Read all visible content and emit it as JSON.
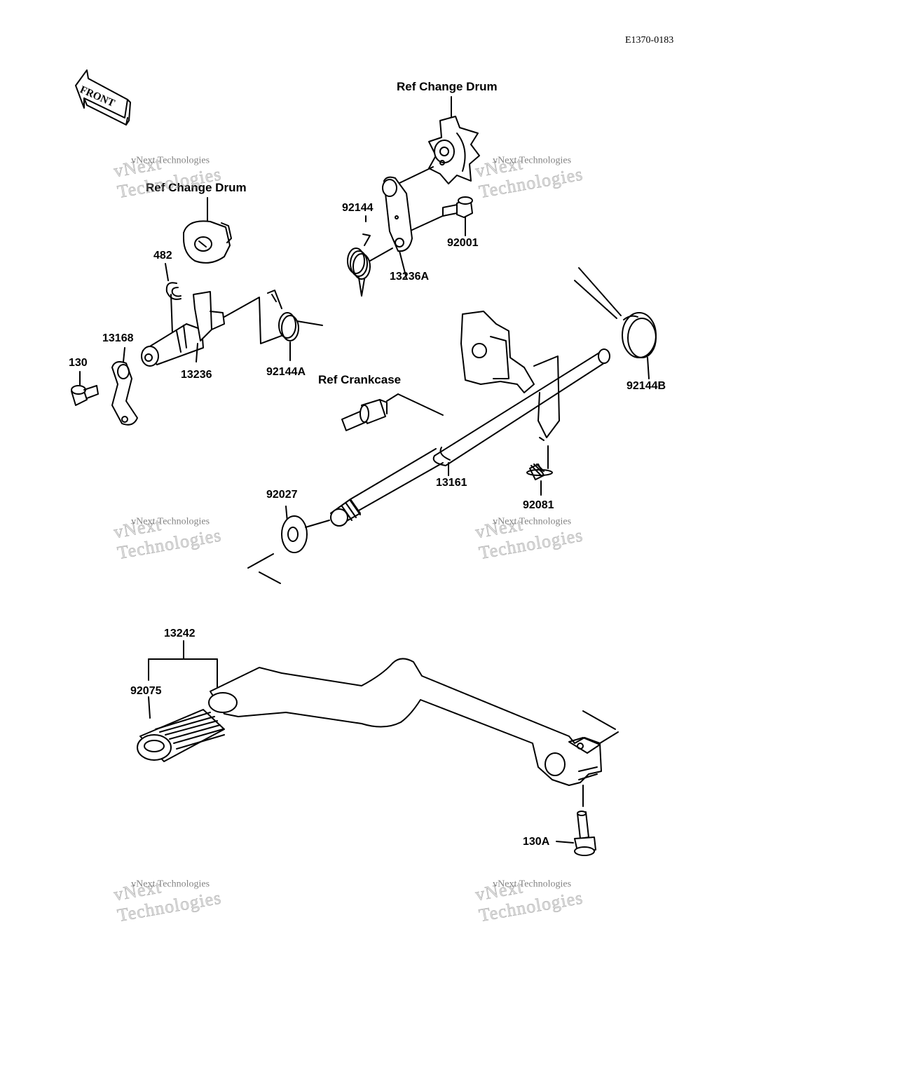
{
  "document_code": "E1370-0183",
  "front_label": "FRONT",
  "refs": {
    "change_drum_top": "Ref Change Drum",
    "change_drum_left": "Ref Change Drum",
    "crankcase": "Ref Crankcase"
  },
  "parts": {
    "p92144": "92144",
    "p92001": "92001",
    "p13236A": "13236A",
    "p482": "482",
    "p13168": "13168",
    "p130": "130",
    "p13236": "13236",
    "p92144A": "92144A",
    "p92144B": "92144B",
    "p92027": "92027",
    "p13161": "13161",
    "p92081": "92081",
    "p13242": "13242",
    "p92075": "92075",
    "p130A": "130A"
  },
  "watermark": {
    "big_line1": "vNext",
    "big_line2": "Technologies",
    "small": "vNext Technologies"
  }
}
